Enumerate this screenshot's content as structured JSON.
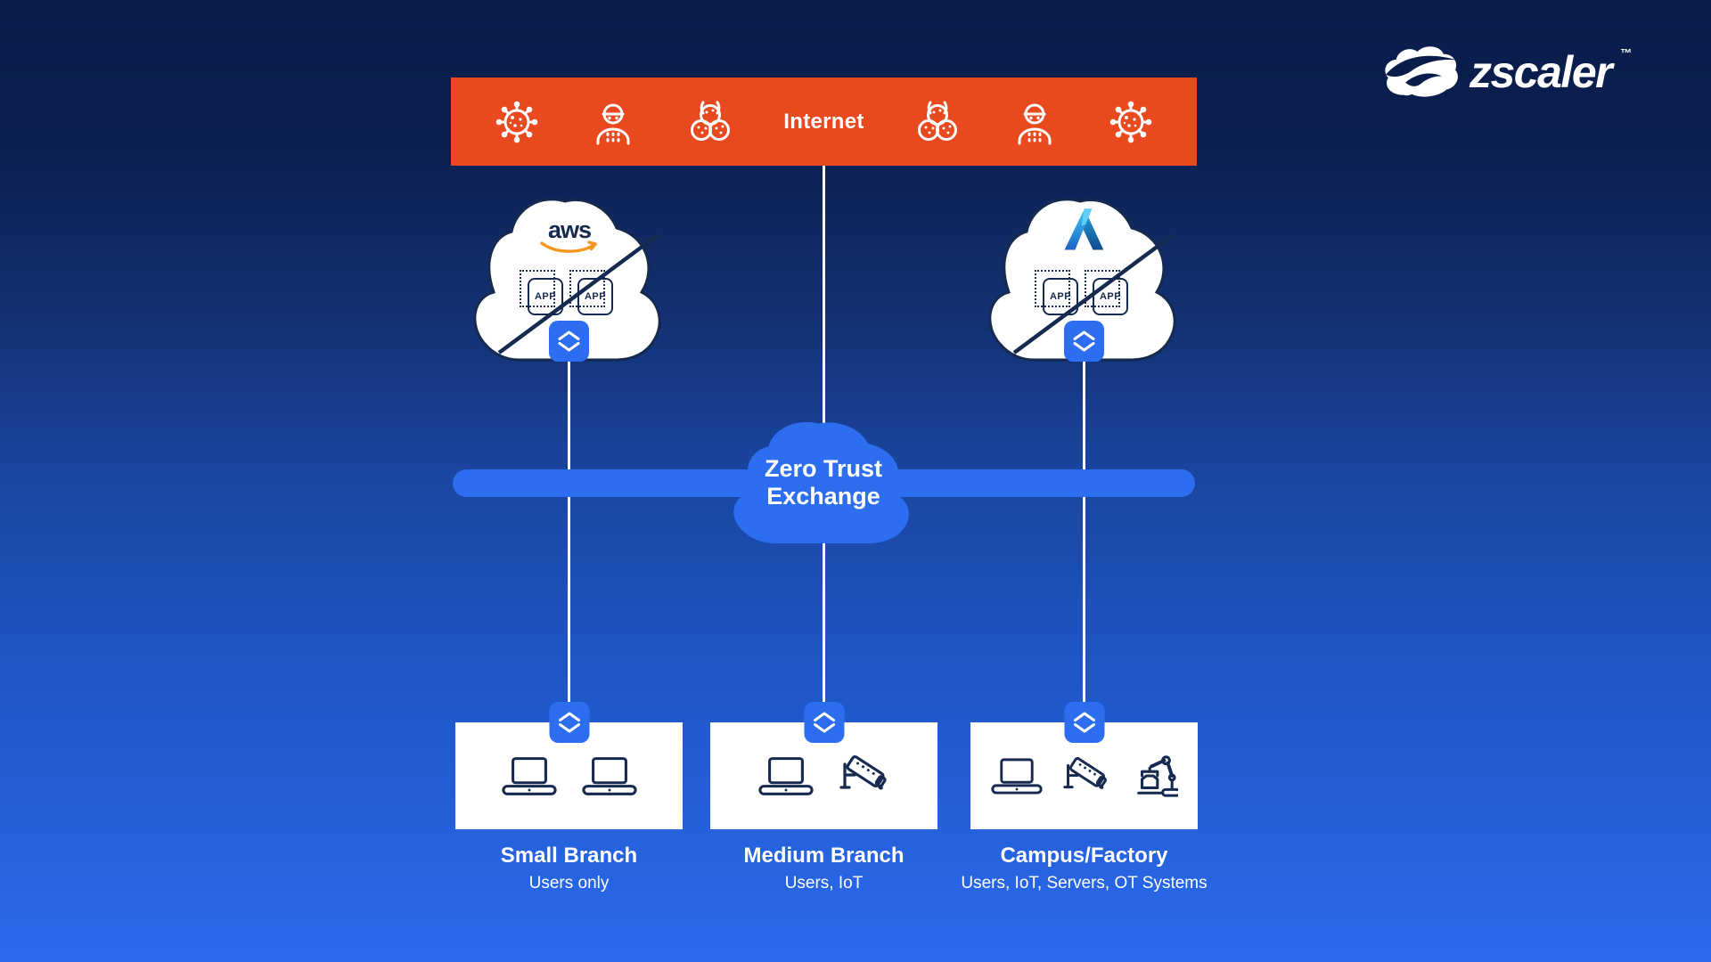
{
  "brand": {
    "name": "zscaler",
    "trademark": "™"
  },
  "internet_bar": {
    "label": "Internet",
    "threat_icons": [
      "virus",
      "hacker",
      "biohazard",
      "biohazard",
      "hacker",
      "virus"
    ]
  },
  "clouds": {
    "aws": {
      "provider": "AWS",
      "logo_text": "aws",
      "apps": [
        "APP",
        "APP"
      ]
    },
    "azure": {
      "provider": "Microsoft Azure",
      "apps": [
        "APP",
        "APP"
      ]
    }
  },
  "exchange": {
    "line1": "Zero Trust",
    "line2": "Exchange"
  },
  "branches": [
    {
      "title": "Small Branch",
      "subtitle": "Users only",
      "devices": [
        "laptop",
        "laptop"
      ]
    },
    {
      "title": "Medium Branch",
      "subtitle": "Users, IoT",
      "devices": [
        "laptop",
        "cctv-camera"
      ]
    },
    {
      "title": "Campus/Factory",
      "subtitle": "Users, IoT, Servers, OT Systems",
      "devices": [
        "laptop",
        "cctv-camera",
        "robot-arm"
      ]
    }
  ],
  "colors": {
    "background_top": "#0A1C4A",
    "background_bottom": "#2A6AEE",
    "internet_bar": "#E9491F",
    "accent_blue": "#2D6EF0",
    "outline_navy": "#16294F",
    "line_white": "#FFFFFF"
  }
}
